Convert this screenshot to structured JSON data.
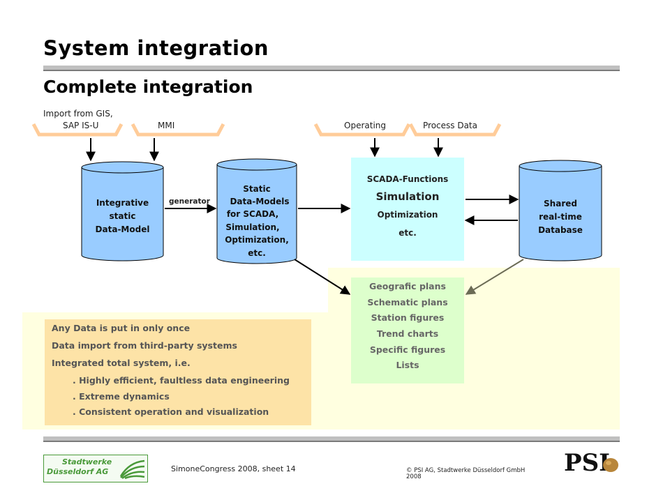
{
  "header": {
    "title": "System integration",
    "subtitle": "Complete integration"
  },
  "inputs": {
    "gis_line1": "Import from GIS,",
    "gis_line2": "SAP IS-U",
    "mmi": "MMI",
    "operating": "Operating",
    "process_data": "Process Data"
  },
  "nodes": {
    "integrative": [
      "Integrative",
      "static",
      "Data-Model"
    ],
    "generator": "generator",
    "static_models": [
      "Static",
      "Data-Models",
      "for SCADA,",
      "Simulation,",
      "Optimization,",
      "etc."
    ],
    "scada": {
      "line1": "SCADA-Functions",
      "line2": "Simulation",
      "line3": "Optimization",
      "line4": "etc."
    },
    "shared": [
      "Shared",
      "real-time",
      "Database"
    ]
  },
  "outputs": [
    "Geografic plans",
    "Schematic plans",
    "Station figures",
    "Trend charts",
    "Specific figures",
    "Lists"
  ],
  "benefits": {
    "line1": "Any Data is put in only once",
    "line2": "Data import from third-party systems",
    "line3": "Integrated total system, i.e.",
    "bullets": [
      ". Highly efficient, faultless data engineering",
      ". Extreme dynamics",
      ". Consistent operation and visualization"
    ]
  },
  "footer": {
    "logo_text": [
      "Stadtwerke",
      "Düsseldorf AG"
    ],
    "sheet": "SimoneCongress 2008, sheet 14",
    "copyright_line1": "© PSI AG, Stadtwerke Düsseldorf GmbH",
    "copyright_line2": "2008",
    "psi_logo": "PSI"
  },
  "colors": {
    "cylinder": "#99ccff",
    "scada_box": "#ccffff",
    "output_box": "#ddffcc",
    "benefit_box": "#fde3a7",
    "background_band": "#ffffe0",
    "input_bracket": "#ffcc99",
    "logo_green": "#4a9a3a"
  }
}
